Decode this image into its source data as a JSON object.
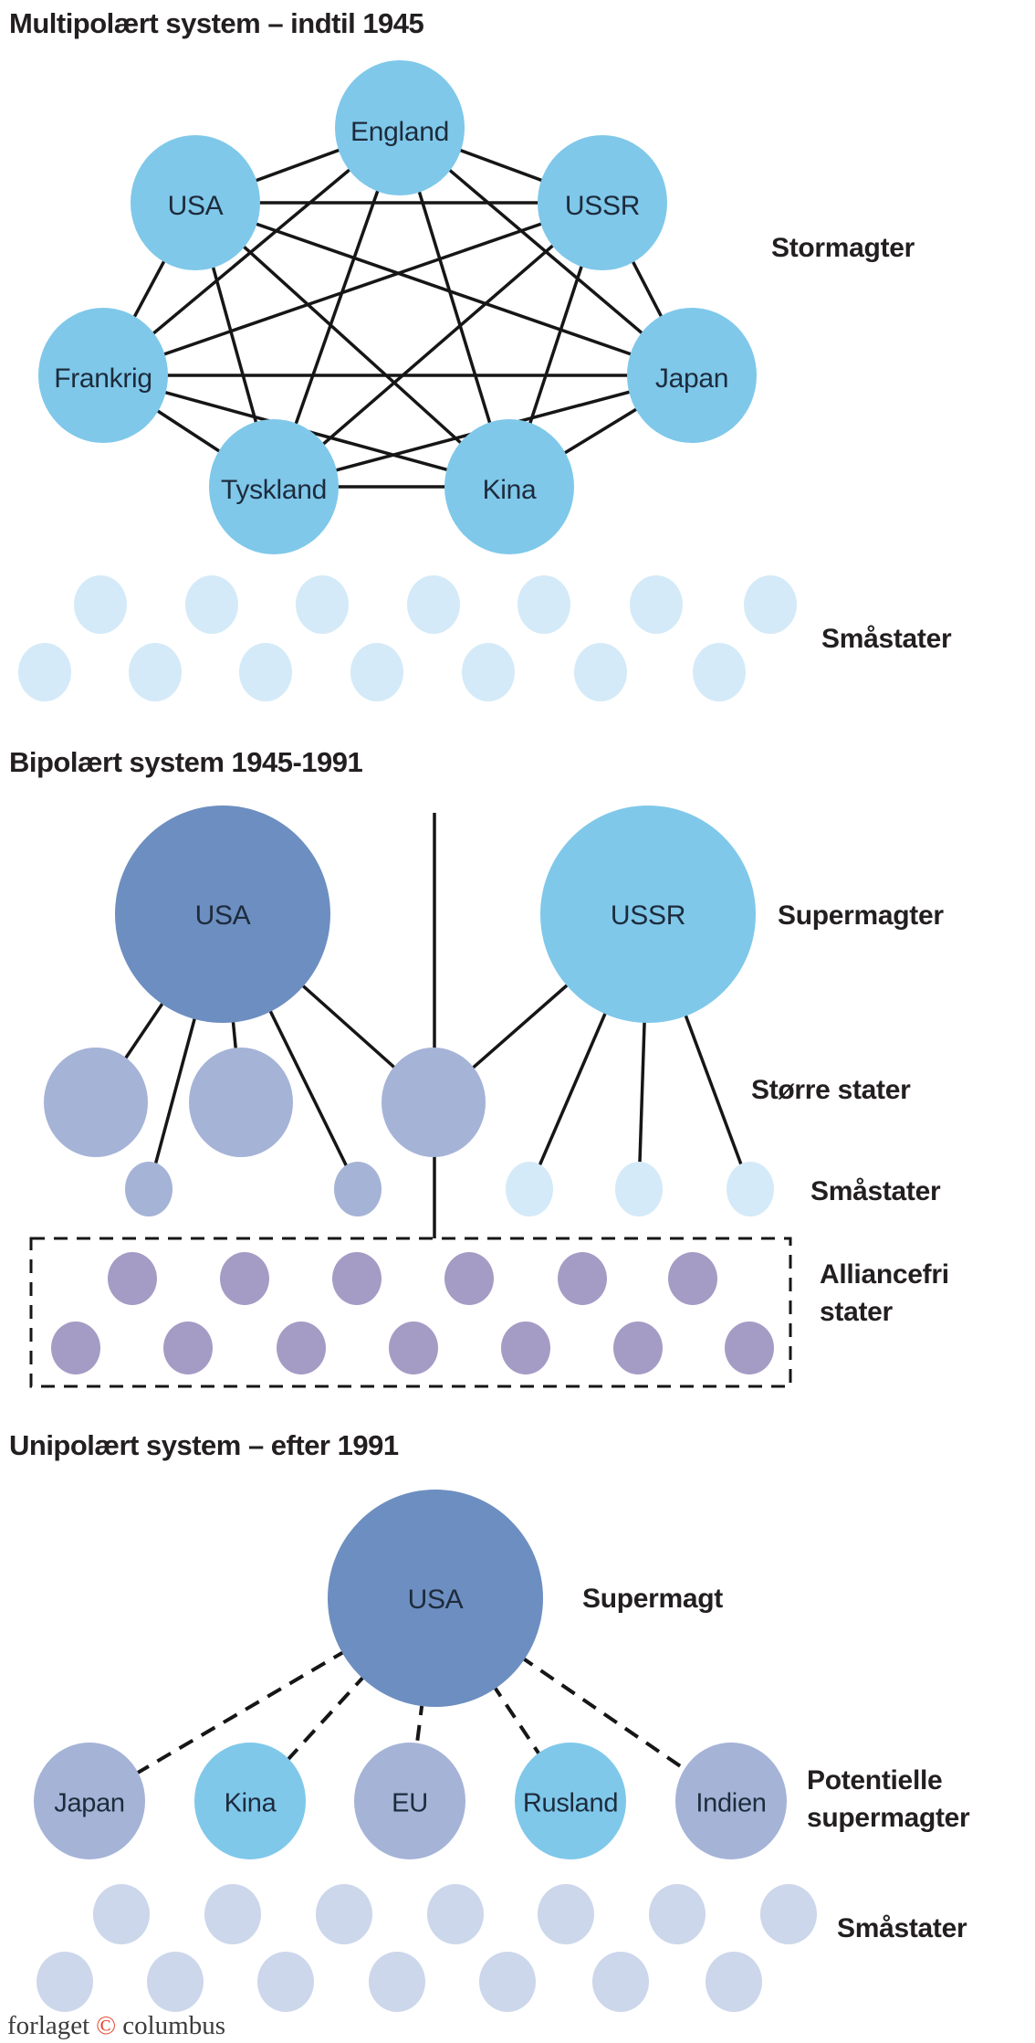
{
  "colors": {
    "sky_blue": "#7fc8ea",
    "slate_blue": "#6d8ec0",
    "periwinkle": "#a5b3d7",
    "pale_blue": "#d4eaf8",
    "pale_periwinkle": "#ccd7eb",
    "purple_gray": "#a59cc5",
    "line_black": "#161616",
    "heading_black": "#231f20",
    "copyright_red": "#e8442e"
  },
  "sections": {
    "multipolar": {
      "title": "Multipolært system – indtil 1945",
      "stormagter_label": "Stormagter",
      "smastater_label": "Småstater",
      "nodes": {
        "england": "England",
        "usa": "USA",
        "ussr": "USSR",
        "frankrig": "Frankrig",
        "japan": "Japan",
        "tyskland": "Tyskland",
        "kina": "Kina"
      }
    },
    "bipolar": {
      "title": "Bipolært system 1945-1991",
      "supermagter_label": "Supermagter",
      "storre_stater_label": "Større stater",
      "smastater_label": "Småstater",
      "alliancefri_label": "Alliancefri stater",
      "nodes": {
        "usa": "USA",
        "ussr": "USSR"
      }
    },
    "unipolar": {
      "title": "Unipolært system – efter 1991",
      "supermagt_label": "Supermagt",
      "potentielle_label": "Potentielle supermagter",
      "smastater_label": "Småstater",
      "nodes": {
        "usa": "USA",
        "japan": "Japan",
        "kina": "Kina",
        "eu": "EU",
        "rusland": "Rusland",
        "indien": "Indien"
      }
    }
  },
  "footer": {
    "prefix": "forlaget",
    "copyright": "©",
    "suffix": "columbus"
  }
}
